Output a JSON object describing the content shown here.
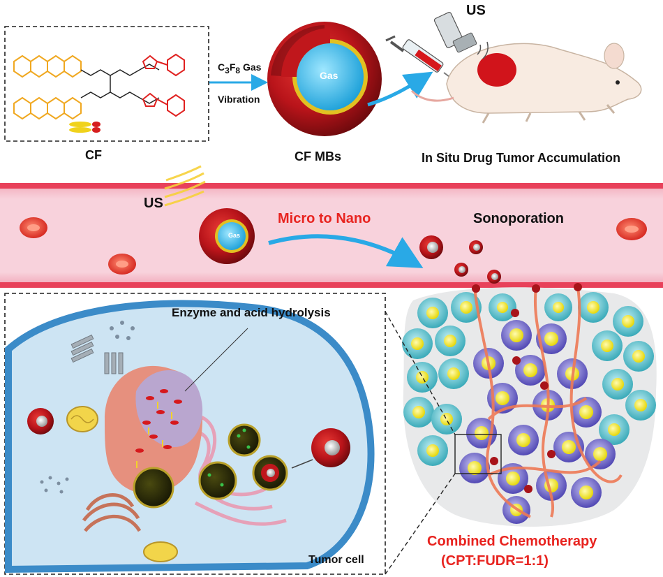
{
  "labels": {
    "cf": "CF",
    "gas_line1_prefix": "C",
    "gas_sub3": "3",
    "gas_mid": "F",
    "gas_sub8": "8",
    "gas_suffix": " Gas",
    "vibration": "Vibration",
    "gas_bubble": "Gas",
    "gas_bubble_small": "Gas",
    "cf_mbs": "CF MBs",
    "us_top": "US",
    "in_situ": "In Situ Drug Tumor Accumulation",
    "us_vessel": "US",
    "micro_to_nano": "Micro to Nano",
    "sonoporation": "Sonoporation",
    "enzyme_hydrolysis": "Enzyme and acid hydrolysis",
    "tumor_cell": "Tumor cell",
    "combined_line1": "Combined Chemotherapy",
    "combined_line2": "(CPT:FUDR=1:1)"
  },
  "colors": {
    "vessel_fill": "#f6c8d3",
    "vessel_wall": "#e8415a",
    "microbubble_shell": "#c0171c",
    "gas_core": "#2fb8ea",
    "arrow_blue": "#29a9e6",
    "accent_red": "#e8231f",
    "cell_outer": "#4fbcc9",
    "cell_nucleus": "#f3ec1e",
    "tumor_cell": "#6b63c9",
    "cytoplasm": "#c9e0f1",
    "camptothecin": "#f0a820",
    "floxuridine": "#e0201f"
  },
  "icons": [
    "syringe-icon",
    "ultrasound-probe-icon",
    "mouse-icon",
    "red-blood-cell-icon",
    "microbubble-icon",
    "nanoparticle-icon",
    "tumor-cell-icon"
  ]
}
